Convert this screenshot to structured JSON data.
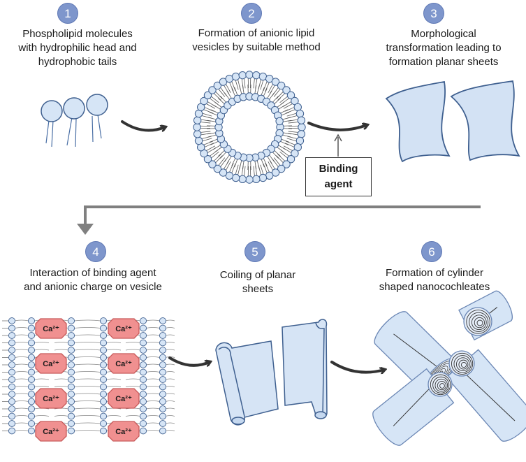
{
  "steps": [
    {
      "number": "1",
      "caption_lines": [
        "Phospholipid molecules",
        "with hydrophilic head and",
        "hydrophobic tails"
      ]
    },
    {
      "number": "2",
      "caption_lines": [
        "Formation of anionic lipid",
        "vesicles by suitable method"
      ]
    },
    {
      "number": "3",
      "caption_lines": [
        "Morphological",
        "transformation leading to",
        "formation planar sheets"
      ]
    },
    {
      "number": "4",
      "caption_lines": [
        "Interaction of binding agent",
        "and anionic charge on vesicle"
      ]
    },
    {
      "number": "5",
      "caption_lines": [
        "Coiling of planar",
        "sheets"
      ]
    },
    {
      "number": "6",
      "caption_lines": [
        "Formation of cylinder",
        "shaped nanocochleates"
      ]
    }
  ],
  "binding_agent_label": [
    "Binding",
    "agent"
  ],
  "ion_label": "Ca²⁺",
  "colors": {
    "badge": "#7e96cc",
    "lipid_fill": "#d6e5f6",
    "lipid_stroke": "#3e5f8f",
    "calcium_fill": "#f09090",
    "arrow": "#333333",
    "connector": "#808080"
  },
  "icons": [
    "curved-arrow-icon",
    "down-arrow-icon"
  ]
}
